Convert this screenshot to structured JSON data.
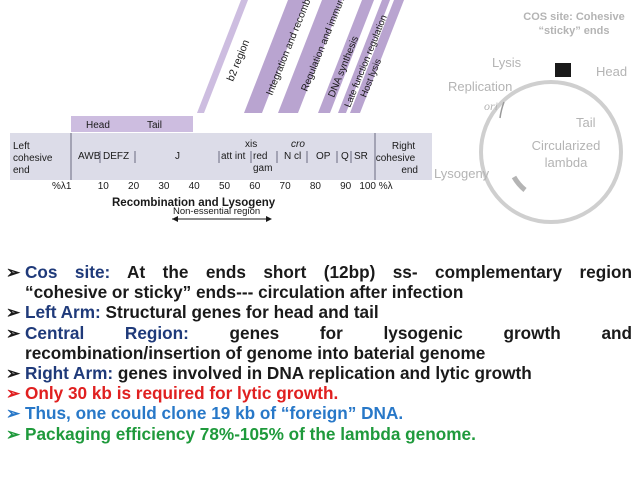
{
  "colors": {
    "map_bar": "#dcdce8",
    "purple_band": "#b9a4d0",
    "purple_band_light": "#cdbde0",
    "gray_text": "#b4b4b4",
    "navy": "#1f3a7a",
    "blue": "#2878c8",
    "red": "#e02020",
    "green": "#1f9a3c",
    "arrow_glyph": "➢"
  },
  "gene_map": {
    "left_end": [
      "Left",
      "cohesive",
      "end"
    ],
    "right_end": [
      "Right",
      "cohesive",
      "end"
    ],
    "head_label": "Head",
    "tail_label": "Tail",
    "genes": {
      "awb": "AWB",
      "defz": "DEFZ",
      "j": "J",
      "xis": "xis",
      "att_int": "att int",
      "red": "red",
      "gam": "gam",
      "cro": "cro",
      "n_cl": "N cl",
      "op": "OP",
      "q": "Q",
      "sr": "SR"
    },
    "scale_start": "%λ1",
    "ticks": [
      "10",
      "20",
      "30",
      "40",
      "50",
      "60",
      "70",
      "80",
      "90",
      "100 %λ"
    ],
    "title": "Recombination and Lysogeny",
    "nonessential_label": "Non-essential region",
    "regions": [
      "b2 region",
      "Integration and recombination",
      "Regulation and immunity",
      "DNA synthesis",
      "Late function regulation",
      "Host lysis"
    ]
  },
  "circle": {
    "title_line1": "COS site: Cohesive",
    "title_line2": "“sticky” ends",
    "lysis": "Lysis",
    "head": "Head",
    "replication": "Replication",
    "ori": "ori",
    "tail": "Tail",
    "circularized_line1": "Circularized",
    "circularized_line2": "lambda",
    "lysogeny": "Lysogeny"
  },
  "bullets": {
    "arrow": "➢",
    "b1_head": "Cos site:",
    "b1_text": " At the ends short (12bp) ss- complementary region",
    "b1_cont": "“cohesive or sticky” ends--- circulation after infection",
    "b2_head": "Left Arm:",
    "b2_text": " Structural genes for head and tail",
    "b3_head": "Central Region:",
    "b3_text": " genes for lysogenic growth and",
    "b3_cont": "recombination/insertion of genome into baterial genome",
    "b4_head": "Right Arm:",
    "b4_text": " genes involved in DNA replication and lytic growth",
    "b5_text": "Only 30 kb is required for lytic growth.",
    "b6_text": "Thus, one could clone 19 kb of “foreign” DNA.",
    "b7_text": "Packaging efficiency 78%-105% of the lambda genome."
  }
}
